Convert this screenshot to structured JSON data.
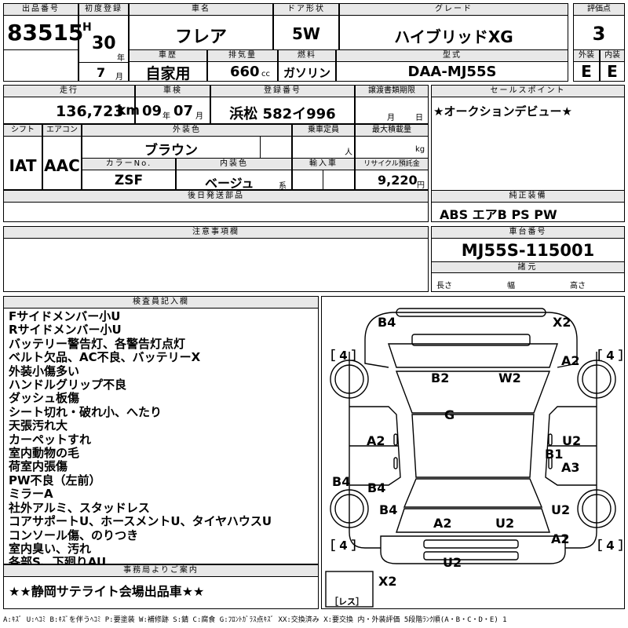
{
  "lot": {
    "label": "出品番号",
    "value": "83515"
  },
  "first_reg": {
    "label": "初度登録",
    "era": "H",
    "year": "30",
    "year_unit": "年",
    "month": "7",
    "month_unit": "月"
  },
  "car_name": {
    "label": "車名",
    "value": "フレア"
  },
  "door": {
    "label": "ドア形状",
    "value": "5W"
  },
  "grade": {
    "label": "グレード",
    "value": "ハイブリッドXG"
  },
  "score": {
    "label": "評価点",
    "value": "3"
  },
  "history": {
    "label": "車歴",
    "value": "自家用"
  },
  "displacement": {
    "label": "排気量",
    "value": "660",
    "unit": "cc"
  },
  "fuel": {
    "label": "燃料",
    "value": "ガソリン"
  },
  "model": {
    "label": "型式",
    "value": "DAA-MJ55S"
  },
  "exterior": {
    "label": "外装",
    "value": "E"
  },
  "interior": {
    "label": "内装",
    "value": "E"
  },
  "mileage": {
    "label": "走行",
    "value": "136,723",
    "unit": "km"
  },
  "inspection": {
    "label": "車検",
    "year": "09",
    "year_unit": "年",
    "month": "07",
    "month_unit": "月"
  },
  "plate": {
    "label": "登録番号",
    "value": "浜松 582イ996"
  },
  "transfer": {
    "label": "譲渡書類期限",
    "month_unit": "月",
    "day_unit": "日"
  },
  "sales_point": {
    "label": "セールスポイント",
    "value": "★オークションデビュー★"
  },
  "shift": {
    "label": "シフト",
    "value": "IAT"
  },
  "aircon": {
    "label": "エアコン",
    "value": "AAC"
  },
  "ext_color": {
    "label": "外装色",
    "value": "ブラウン"
  },
  "capacity": {
    "label": "乗車定員",
    "unit": "人"
  },
  "max_load": {
    "label": "最大積載量",
    "unit": "kg"
  },
  "color_no": {
    "label": "カラーNo.",
    "value": "ZSF"
  },
  "int_color": {
    "label": "内装色",
    "value": "ベージュ",
    "unit": "系"
  },
  "import": {
    "label": "輸入車"
  },
  "recycle": {
    "label": "リサイクル預託金",
    "value": "9,220",
    "unit": "円"
  },
  "later_parts": {
    "label": "後日発送部品"
  },
  "equipment": {
    "label": "純正装備",
    "value": "ABS エアB PS PW"
  },
  "notes": {
    "label": "注意事項欄"
  },
  "chassis": {
    "label": "車台番号",
    "value": "MJ55S-115001"
  },
  "dimensions": {
    "label": "諸元",
    "length": "長さ",
    "width": "幅",
    "height": "高さ"
  },
  "inspector": {
    "label": "検査員記入欄",
    "lines": [
      "Fサイドメンバー小U",
      "Rサイドメンバー小U",
      "バッテリー警告灯、各警告灯点灯",
      "ベルト欠品、AC不良、バッテリーX",
      "外装小傷多い",
      "ハンドルグリップ不良",
      "ダッシュ板傷",
      "シート切れ・破れ小、へたり",
      "天張汚れ大",
      "カーペットすれ",
      "室内動物の毛",
      "荷室内張傷",
      "PW不良（左前）",
      "ミラーA",
      "社外アルミ、スタッドレス",
      "コアサポートU、ホースメントU、タイヤハウスU",
      "コンソール傷、のりつき",
      "室内臭い、汚れ",
      "各部S、下廻りAU"
    ]
  },
  "office": {
    "label": "事務局よりご案内",
    "value": "★★静岡サテライト会場出品車★★"
  },
  "diagram": {
    "tire_marks": [
      "［ 4 ］",
      "［ 4 ］",
      "［ 4 ］",
      "［ 4 ］"
    ],
    "spare": "［レス］",
    "marks": [
      "B4",
      "X2",
      "A2",
      "B2",
      "W2",
      "G",
      "A2",
      "U2",
      "B1",
      "A3",
      "B4",
      "B4",
      "B4",
      "U2",
      "A2",
      "U2",
      "A2",
      "U2",
      "X2"
    ]
  },
  "legend": "A:ｷｽﾞ  U:ﾍｺﾐ  B:ｷｽﾞを伴うﾍｺﾐ  P:要塗装  W:補修跡  S:錆  C:腐食  G:ﾌﾛﾝﾄｶﾞﾗｽ点ｷｽﾞ  XX:交換済み  X:要交換   内・外装評価  5段階ﾗﾝｸ順(A・B・C・D・E)  1"
}
